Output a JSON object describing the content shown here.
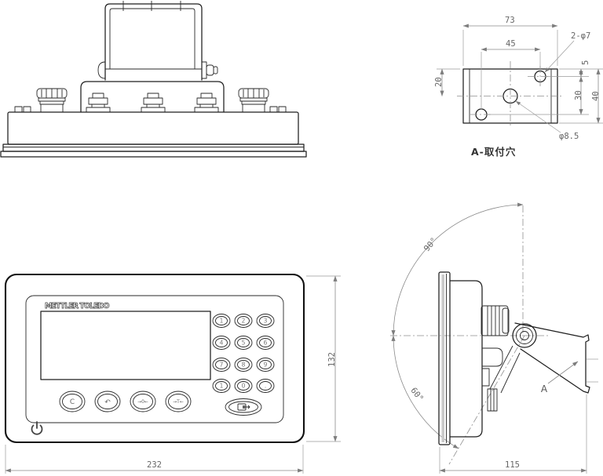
{
  "mount_detail": {
    "caption": "A-取付穴",
    "dim_width": "73",
    "dim_hole_span": "45",
    "dim_left": "20",
    "dim_top": "5",
    "dim_mid": "30",
    "dim_height": "40",
    "label_holes": "2-φ7",
    "label_center_hole": "φ8.5"
  },
  "front_view": {
    "logo": "METTLER TOLEDO",
    "dim_width": "232",
    "dim_height": "132",
    "keypad": [
      "1",
      "2",
      "3",
      "4",
      "5",
      "6",
      "7",
      "8",
      "9",
      "1",
      "0",
      "."
    ],
    "fn_clear": "C",
    "fn_recall": "↶",
    "fn_zero": "→0←",
    "fn_tare": "→T←"
  },
  "side_view": {
    "angle_up": "90°",
    "angle_down": "60°",
    "dim_depth": "115",
    "section_label": "A"
  }
}
